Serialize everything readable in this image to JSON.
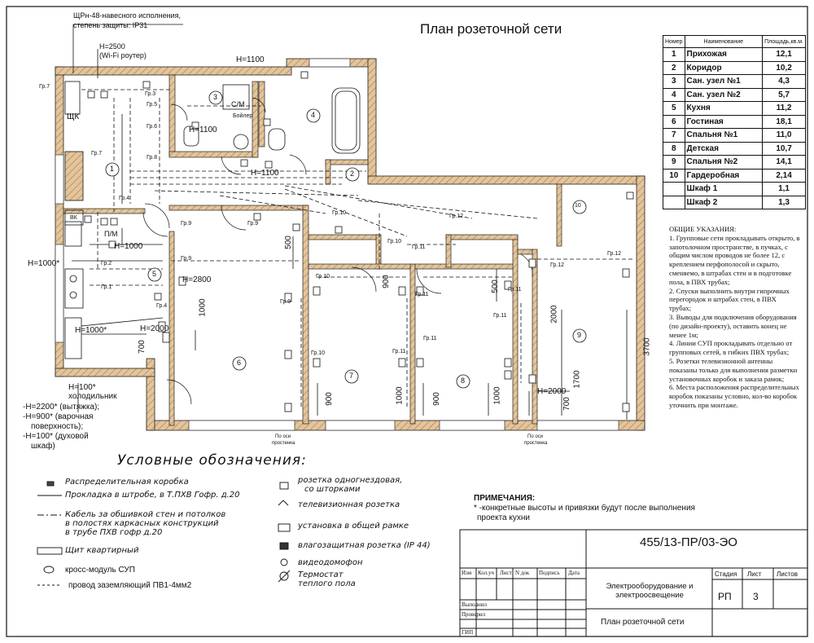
{
  "title": "План розеточной сети",
  "panel_note": {
    "line1": "ЩРн-48-навесного исполнения,",
    "line2": "степень защиты: IP31"
  },
  "wifi": {
    "height": "H=2500",
    "label": "(Wi-Fi роутер)"
  },
  "rooms_table": {
    "headers": [
      "Номер",
      "Наименование",
      "Площадь,кв.м."
    ],
    "rows": [
      {
        "num": "1",
        "name": "Прихожая",
        "area": "12,1"
      },
      {
        "num": "2",
        "name": "Коридор",
        "area": "10,2"
      },
      {
        "num": "3",
        "name": "Сан. узел №1",
        "area": "4,3"
      },
      {
        "num": "4",
        "name": "Сан. узел №2",
        "area": "5,7"
      },
      {
        "num": "5",
        "name": "Кухня",
        "area": "11,2"
      },
      {
        "num": "6",
        "name": "Гостиная",
        "area": "18,1"
      },
      {
        "num": "7",
        "name": "Спальня №1",
        "area": "11,0"
      },
      {
        "num": "8",
        "name": "Детская",
        "area": "10,7"
      },
      {
        "num": "9",
        "name": "Спальня №2",
        "area": "14,1"
      },
      {
        "num": "10",
        "name": "Гардеробная",
        "area": "2,14"
      },
      {
        "num": "",
        "name": "Шкаф 1",
        "area": "1,1"
      },
      {
        "num": "",
        "name": "Шкаф 2",
        "area": "1,3"
      }
    ]
  },
  "general_notes": {
    "heading": "ОБЩИЕ УКАЗАНИЯ:",
    "items": [
      "1. Групповые сети прокладывать открыто, в",
      "запотолочном пространстве, в пучках, с",
      "общим числом проводов не более 12, с",
      "креплением перфополосой и скрыто,",
      "сменяемо, в штрабах стен и в подготовке",
      "пола, в ПВХ трубах;",
      "2. Спуски выполнить внутри гипрочных",
      "перегородок и штрабах стен, в ПВХ",
      "трубах;",
      "3. Выводы для подключения оборудования",
      "(по дизайн-проекту), оставить конец не",
      "менее 1м;",
      "4. Линии СУП прокладывать отдельно от",
      "групповых сетей, в гибких ПВХ трубах;",
      "5. Розетки телевизионной антенны",
      "показаны только для выполнения разметки",
      "установочных коробок и заказа рамок;",
      "6. Места расположения распределительных",
      "коробок показаны условно, кол-во коробок",
      "уточнить при монтаже."
    ]
  },
  "plan_labels": {
    "room_numbers": [
      "1",
      "2",
      "3",
      "4",
      "5",
      "6",
      "7",
      "8",
      "9",
      "10"
    ],
    "dims": {
      "h1100_top": "H=1100",
      "h1100_a": "H=1100",
      "h1100_b": "H=1100",
      "h1000_a": "H=1000",
      "h1000_b": "H=1000*",
      "h1000_c": "H=1000*",
      "h2800": "H=2800",
      "h2000_a": "H=2000",
      "h2000_b": "H=2000",
      "h100": "H=100*",
      "d1000_a": "1000",
      "d1000_b": "1000",
      "d1000_c": "1000",
      "d700_a": "700",
      "d700_b": "700",
      "d900_a": "900",
      "d900_b": "900",
      "d900_c": "900",
      "d500_a": "500",
      "d500_b": "500",
      "d2000": "2000",
      "d1700": "1700",
      "d3700": "3700"
    },
    "fixtures": {
      "shk": "ЩК",
      "boiler": "Бойлер",
      "sm": "С/М",
      "pm": "П/М",
      "vk": "ВК",
      "fridge": "холодильник"
    },
    "groups": [
      "Гр.7",
      "Гр.3",
      "Гр.5",
      "Гр.6",
      "Гр.7",
      "Гр.8",
      "Гр.4",
      "Гр.9",
      "Гр.9",
      "Гр.2",
      "Гр.1",
      "Гр.4",
      "Гр.9",
      "Гр.9",
      "Гр.10",
      "Гр.10",
      "Гр.11",
      "Гр.11",
      "Гр.12",
      "Гр.12",
      "Гр.10",
      "Гр.11",
      "Гр.11",
      "Гр.11",
      "Гр.11",
      "Гр.10",
      "Гр.12"
    ],
    "kitchen_notes": [
      "-H=2200* (вытяжка);",
      "-H=900* (варочная",
      "поверхность);",
      "-H=100* (духовой",
      "шкаф)"
    ],
    "ceiling_note": [
      "По оси",
      "простенка"
    ]
  },
  "legend": {
    "heading": "Условные обозначения:",
    "left": [
      "Распределительная коробка",
      "Прокладка в штробе, в Т.ПХВ Гофр. д.20",
      "Кабель за обшивкой стен и потолков",
      "в полостях каркасных конструкций",
      "в трубе ПХВ гофр д.20",
      "Щит квартирный",
      "кросс-модуль СУП",
      "провод заземляющий ПВ1-4мм2"
    ],
    "right": [
      "розетка одногнездовая,",
      "со шторками",
      "телевизионная розетка",
      "установка в общей рамке",
      "влагозащитная розетка (IP 44)",
      "видеодомофон",
      "Термостат",
      "теплого пола"
    ]
  },
  "remarks": {
    "heading": "ПРИМЕЧАНИЯ:",
    "line1": "* -конкретные высоты и привязки будут после выполнения",
    "line2": "проекта кухни"
  },
  "title_block": {
    "code": "455/13-ПР/03-ЭО",
    "cols": [
      "Изм",
      "Кол.уч",
      "Лист",
      "N док",
      "Подпись",
      "Дата"
    ],
    "rows": [
      "Выполнил",
      "Проверил",
      "ГИП"
    ],
    "project": "Электрооборудование и электроосвещение",
    "sheet_name": "План розеточной сети",
    "stage_label": "Стадия",
    "sheet_label": "Лист",
    "sheets_label": "Листов",
    "stage": "РП",
    "sheet": "3"
  },
  "colors": {
    "wall": "#d9b98f",
    "wall_hatch": "#b07a4a",
    "line": "#111111"
  }
}
